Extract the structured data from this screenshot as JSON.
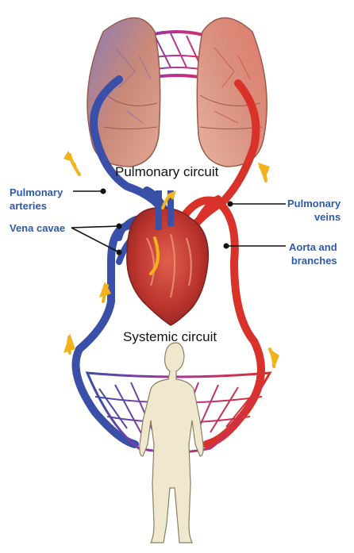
{
  "labels": {
    "pulmonary_circuit": "Pulmonary circuit",
    "systemic_circuit": "Systemic circuit",
    "pulmonary_arteries": [
      "Pulmonary",
      "arteries"
    ],
    "pulmonary_veins": [
      "Pulmonary",
      "veins"
    ],
    "vena_cavae": "Vena cavae",
    "aorta_branches": [
      "Aorta and",
      "branches"
    ]
  },
  "colors": {
    "deoxygenated": "#3a4fa8",
    "oxygenated": "#d8322a",
    "lung": "#d9927f",
    "heart": "#c9403a",
    "body": "#efe8cf",
    "flow_arrow": "#f2b21c",
    "label_text": "#2f5aa8"
  }
}
